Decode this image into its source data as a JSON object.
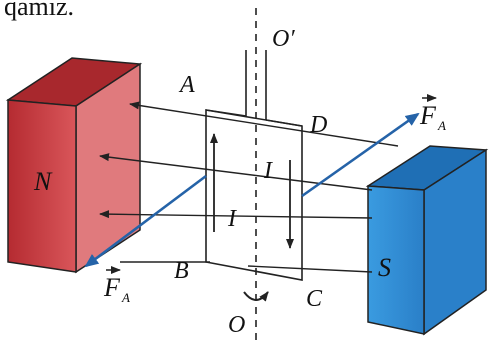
{
  "top_text": "qamız.",
  "labels": {
    "axis_top": "O′",
    "axis_bottom": "O",
    "corner_a": "A",
    "corner_b": "B",
    "corner_c": "C",
    "corner_d": "D",
    "current_left": "I",
    "current_right": "I",
    "magnet_north": "N",
    "magnet_south": "S",
    "force": "F",
    "force_sub": "A"
  },
  "colors": {
    "north_magnet": "#c8393d",
    "south_magnet": "#2f8fd6",
    "force_arrow": "#2563a8",
    "field_line": "#222222"
  }
}
